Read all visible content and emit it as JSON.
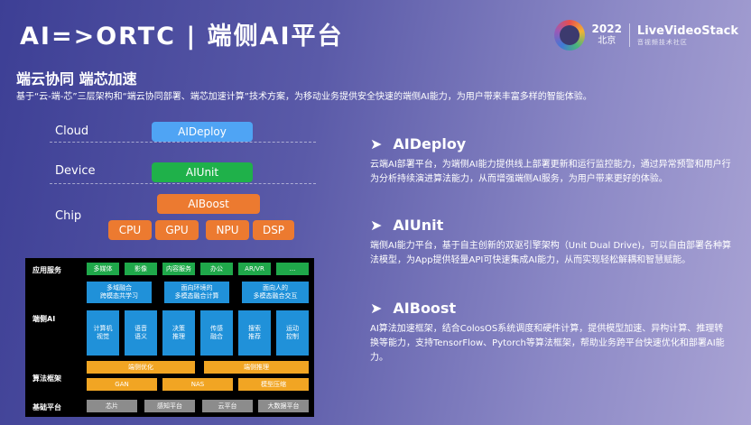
{
  "title": "AI=>ORTC | 端侧AI平台",
  "logo": {
    "year": "2022",
    "city": "北京",
    "brand": "LiveVideoStack",
    "brand_sub": "音视频技术社区"
  },
  "subhead": "端云协同 端芯加速",
  "description": "基于“云-端-芯”三层架构和“端云协同部署、端芯加速计算”技术方案，为移动业务提供安全快速的端侧AI能力，为用户带来丰富多样的智能体验。",
  "layers": {
    "cloud": "Cloud",
    "device": "Device",
    "chip": "Chip"
  },
  "pills": {
    "aideploy": "AIDeploy",
    "aiunit": "AIUnit",
    "aiboost": "AIBoost",
    "cpu": "CPU",
    "gpu": "GPU",
    "npu": "NPU",
    "dsp": "DSP"
  },
  "arch": {
    "rows": [
      "应用服务",
      "端侧AI",
      "算法框架",
      "基础平台"
    ],
    "apps": [
      "多媒体",
      "影像",
      "内容服务",
      "办公",
      "AR/VR",
      "..."
    ],
    "ai_top": [
      "多域融合\n跨模态共学习",
      "面向环境的\n多模态融合计算",
      "面向人的\n多模态融合交互"
    ],
    "ai_bottom": [
      "计算机\n视觉",
      "语音\n语义",
      "决策\n推理",
      "传感\n融合",
      "搜索\n推荐",
      "运动\n控制"
    ],
    "algo_top": [
      "端侧优化",
      "端侧推理"
    ],
    "algo_bottom": [
      "GAN",
      "NAS",
      "模型压缩"
    ],
    "base": [
      "芯片",
      "感知平台",
      "云平台",
      "大数据平台"
    ]
  },
  "sections": [
    {
      "bullet": "➤",
      "heading": "AIDeploy",
      "body": "云端AI部署平台，为端侧AI能力提供线上部署更新和运行监控能力，通过异常预警和用户行为分析持续演进算法能力，从而增强端侧AI服务，为用户带来更好的体验。"
    },
    {
      "bullet": "➤",
      "heading": "AIUnit",
      "body": "端侧AI能力平台，基于自主创新的双驱引擎架构（Unit Dual Drive)，可以自由部署各种算法模型，为App提供轻量API可快速集成AI能力，从而实现轻松解耦和智慧赋能。"
    },
    {
      "bullet": "➤",
      "heading": "AIBoost",
      "body": "AI算法加速框架，结合ColosOS系统调度和硬件计算，提供模型加速、异构计算、推理转换等能力，支持TensorFlow、Pytorch等算法框架，帮助业务跨平台快速优化和部署AI能力。"
    }
  ]
}
